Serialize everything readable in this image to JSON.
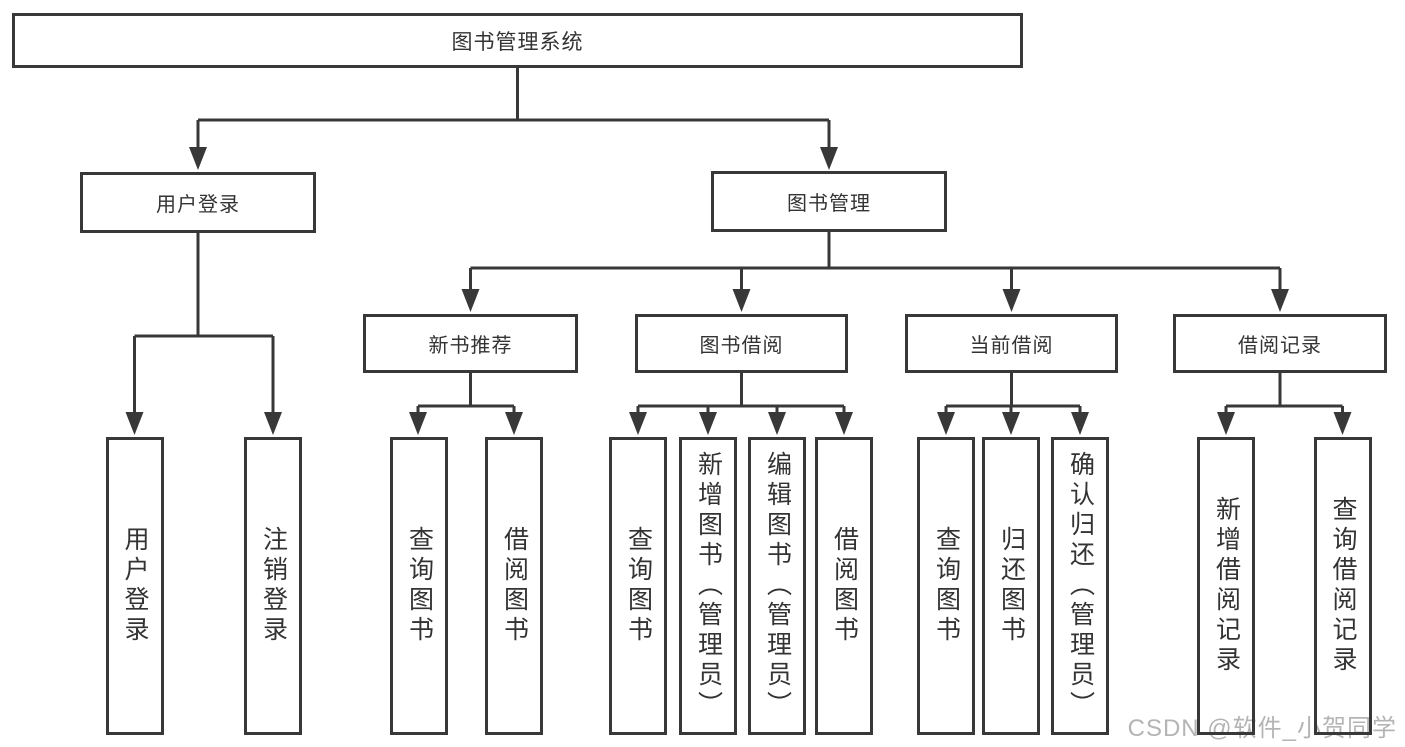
{
  "title": {
    "label": "图书管理系统"
  },
  "branches": {
    "user_login": {
      "label": "用户登录",
      "children": [
        {
          "label": "用户登录"
        },
        {
          "label": "注销登录"
        }
      ]
    },
    "book_management": {
      "label": "图书管理",
      "children": [
        {
          "label": "新书推荐",
          "children": [
            {
              "label": "查询图书"
            },
            {
              "label": "借阅图书"
            }
          ]
        },
        {
          "label": "图书借阅",
          "children": [
            {
              "label": "查询图书"
            },
            {
              "label": "新增图书（管理员）"
            },
            {
              "label": "编辑图书（管理员）"
            },
            {
              "label": "借阅图书"
            }
          ]
        },
        {
          "label": "当前借阅",
          "children": [
            {
              "label": "查询图书"
            },
            {
              "label": "归还图书"
            },
            {
              "label": "确认归还（管理员）"
            }
          ]
        },
        {
          "label": "借阅记录",
          "children": [
            {
              "label": "新增借阅记录"
            },
            {
              "label": "查询借阅记录"
            }
          ]
        }
      ]
    }
  },
  "watermark": {
    "text": "CSDN @软件_小贺同学"
  },
  "colors": {
    "line": "#383838",
    "text": "#333333",
    "watermark": "#b4b4b4",
    "background": "#ffffff"
  }
}
